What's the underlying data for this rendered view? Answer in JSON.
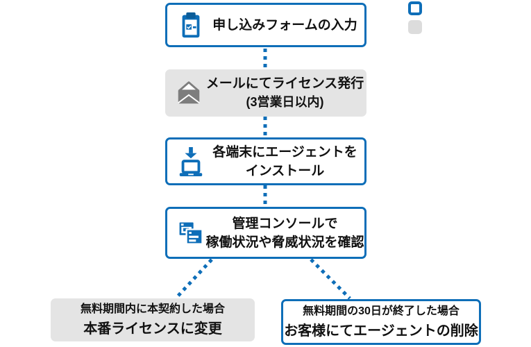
{
  "colors": {
    "accent_blue": "#0e6eb8",
    "box_gray": "#e4e4e4",
    "legend_gray": "#dcdcdc",
    "icon_gray": "#7d7d7d",
    "text": "#111111"
  },
  "legend": {
    "swatches": [
      {
        "style": "outlined-blue-square"
      },
      {
        "style": "gray-square"
      }
    ]
  },
  "flow": {
    "step1": {
      "label": "申し込みフォームの入力",
      "icon": "clipboard-check-icon"
    },
    "step2": {
      "line1": "メールにてライセンス発行",
      "line2": "(3営業日以内)",
      "icon": "open-mail-icon"
    },
    "step3": {
      "line1": "各端末にエージェントを",
      "line2": "インストール",
      "icon": "laptop-download-icon"
    },
    "step4": {
      "line1": "管理コンソールで",
      "line2": "稼働状況や脅威状況を確認",
      "icon": "app-windows-icon"
    },
    "outcome_left": {
      "line1": "無料期間内に本契約した場合",
      "line2": "本番ライセンスに変更"
    },
    "outcome_right": {
      "line1": "無料期間の30日が終了した場合",
      "line2": "お客様にてエージェントの削除"
    }
  }
}
